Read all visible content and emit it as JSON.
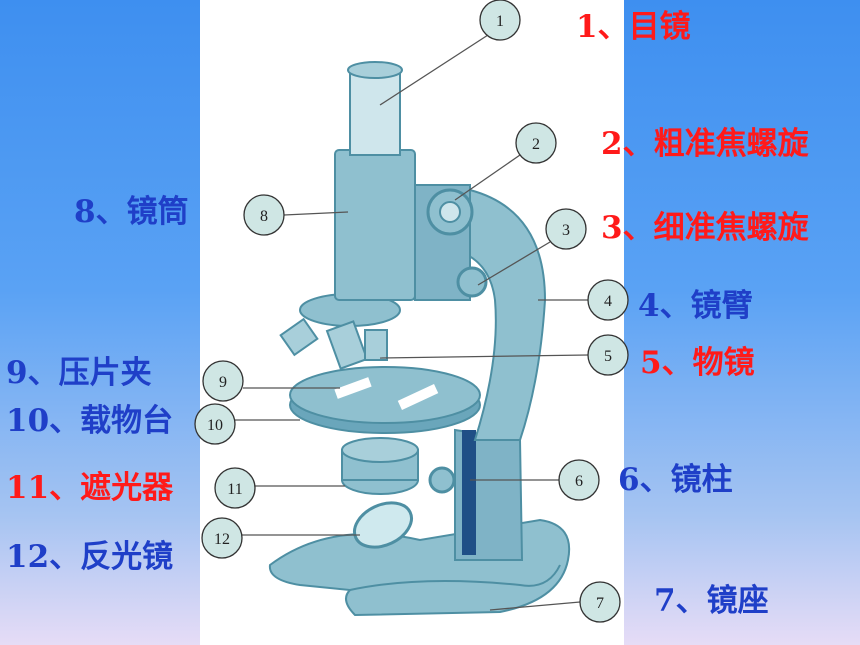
{
  "colors": {
    "red_label": "#ff1a1a",
    "blue_label": "#1f3fc8",
    "microscope_body": "#8fc0cf",
    "microscope_dark": "#4e8fa3",
    "circle_fill": "#cfe6e4"
  },
  "callouts": [
    {
      "num": "1",
      "text": "1、目镜",
      "color": "red"
    },
    {
      "num": "2",
      "text": "2、粗准焦螺旋",
      "color": "red"
    },
    {
      "num": "3",
      "text": "3、细准焦螺旋",
      "color": "red"
    },
    {
      "num": "4",
      "text": "4、镜臂",
      "color": "blue"
    },
    {
      "num": "5",
      "text": "5、物镜",
      "color": "red"
    },
    {
      "num": "6",
      "text": "6、镜柱",
      "color": "blue"
    },
    {
      "num": "7",
      "text": "7、镜座",
      "color": "blue"
    },
    {
      "num": "8",
      "text": "8、镜筒",
      "color": "blue"
    },
    {
      "num": "9",
      "text": "9、压片夹",
      "color": "blue"
    },
    {
      "num": "10",
      "text": "10、载物台",
      "color": "blue"
    },
    {
      "num": "11",
      "text": "11、遮光器",
      "color": "red"
    },
    {
      "num": "12",
      "text": "12、反光镜",
      "color": "blue"
    }
  ]
}
